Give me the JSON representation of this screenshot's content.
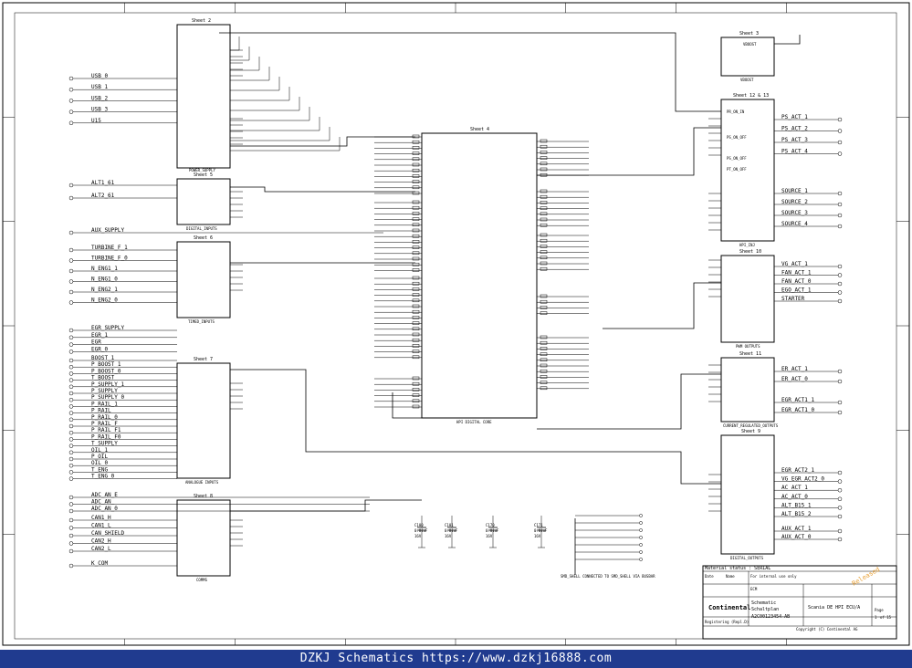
{
  "diagram": {
    "blocks": {
      "power_supply": {
        "title": "Sheet 2",
        "caption": "POWER_SUPPLY"
      },
      "digital_inputs": {
        "title": "Sheet 5",
        "caption": "DIGITAL_INPUTS"
      },
      "timed_inputs": {
        "title": "Sheet 6",
        "caption": "TIMED_INPUTS"
      },
      "analogue_inputs": {
        "title": "Sheet 7",
        "caption": "ANALOGUE INPUTS"
      },
      "comms": {
        "title": "Sheet 8",
        "caption": "COMMS"
      },
      "core": {
        "title": "Sheet 4",
        "caption": "HPI DIGITAL CORE"
      },
      "vboost": {
        "title": "Sheet 3",
        "caption": "VBOOST"
      },
      "hpi_inj": {
        "title": "Sheet 12 & 13",
        "caption": "HPI_INJ"
      },
      "pwm_outputs": {
        "title": "Sheet 10",
        "caption": "PWM OUTPUTS"
      },
      "current_reg": {
        "title": "Sheet 11",
        "caption": "CURRENT_REGULATED_OUTPUTS"
      },
      "digital_outputs": {
        "title": "Sheet 9",
        "caption": "DIGITAL_OUTPUTS"
      }
    },
    "left_nets": [
      "USB_0",
      "USB_1",
      "USB_2",
      "USB_3",
      "U15",
      "ALT1_61",
      "ALT2_61",
      "AUX_SUPPLY",
      "TURBINE_F_1",
      "TURBINE_F_0",
      "N_ENG1_1",
      "N_ENG1_0",
      "N_ENG2_1",
      "N_ENG2_0",
      "EGR_SUPPLY",
      "EGR_1",
      "EGR",
      "EGR_0",
      "BOOST_1",
      "P_BOOST_1",
      "P_BOOST_0",
      "T_BOOST",
      "P_SUPPLY_1",
      "P_SUPPLY",
      "P_SUPPLY_0",
      "P_RAIL_1",
      "P_RAIL",
      "P_RAIL_0",
      "P_RAIL_F",
      "P_RAIL_F1",
      "P_RAIL_F0",
      "T_SUPPLY",
      "OIL_1",
      "P_OIL",
      "OIL_0",
      "T_ENG",
      "T_ENG_0",
      "ADC_AN_E",
      "ADC_AN_",
      "ADC_AN_0",
      "CAN1_H",
      "CAN1_L",
      "CAN_SHIELD",
      "CAN2_H",
      "CAN2_L",
      "K_COM"
    ],
    "right_nets": [
      "PS_ACT_1",
      "PS_ACT_2",
      "PS_ACT_3",
      "PS_ACT_4",
      "SOURCE_1",
      "SOURCE_2",
      "SOURCE_3",
      "SOURCE_4",
      "VG_ACT_1",
      "FAN_ACT_1",
      "FAN_ACT_0",
      "EGO_ACT_1",
      "STARTER",
      "ER_ACT_1",
      "ER_ACT_0",
      "EGR_ACT1_1",
      "EGR_ACT1_0",
      "EGR_ACT2_1",
      "VG_EGR_ACT2_0",
      "AC_ACT_1",
      "AC_ACT_0",
      "ALT_B15_1",
      "ALT_B15_2",
      "AUX_ACT_1",
      "AUX_ACT_0"
    ],
    "capacitors": [
      {
        "ref": "C100",
        "value": "0.01uF",
        "voltage": "16V"
      },
      {
        "ref": "C101",
        "value": "0.01uF",
        "voltage": "16V"
      },
      {
        "ref": "C170",
        "value": "0.01uF",
        "voltage": "16V"
      },
      {
        "ref": "C171",
        "value": "0.01uF",
        "voltage": "16V"
      }
    ],
    "bottom_note": "SMD_SHELL CONNECTED TO SMD_SHELL VIA BUSBAR",
    "misc_labels": {
      "ps_on_off1": "PS_ON_OFF",
      "ps_on_off2": "PS_ON_OFF",
      "ps_on_off3": "PT_ON_OFF",
      "ps_on_in": "PR_ON_IN",
      "vboost_pin": "VBOOST"
    }
  },
  "title_block": {
    "material_status": "Material status : SERIAL",
    "drawing_type": "Schematic",
    "drawing_type_de": "Schaltplan",
    "drawing_number": "A2C00123454-AB",
    "title": "Scania DE HPI ECU/A",
    "released": "Released",
    "company": "Continental",
    "copyright": "Copyright (C) Continental AG",
    "sheet": "1",
    "sheets": "of 15",
    "page_label": "Page",
    "date_label": "Date",
    "name_label": "Name",
    "replaces_label": "Registering (Repl.D)",
    "ecm_label": "ECM",
    "confidential": "For internal use only"
  },
  "footer": {
    "text": "DZKJ Schematics https://www.dzkj16888.com"
  }
}
